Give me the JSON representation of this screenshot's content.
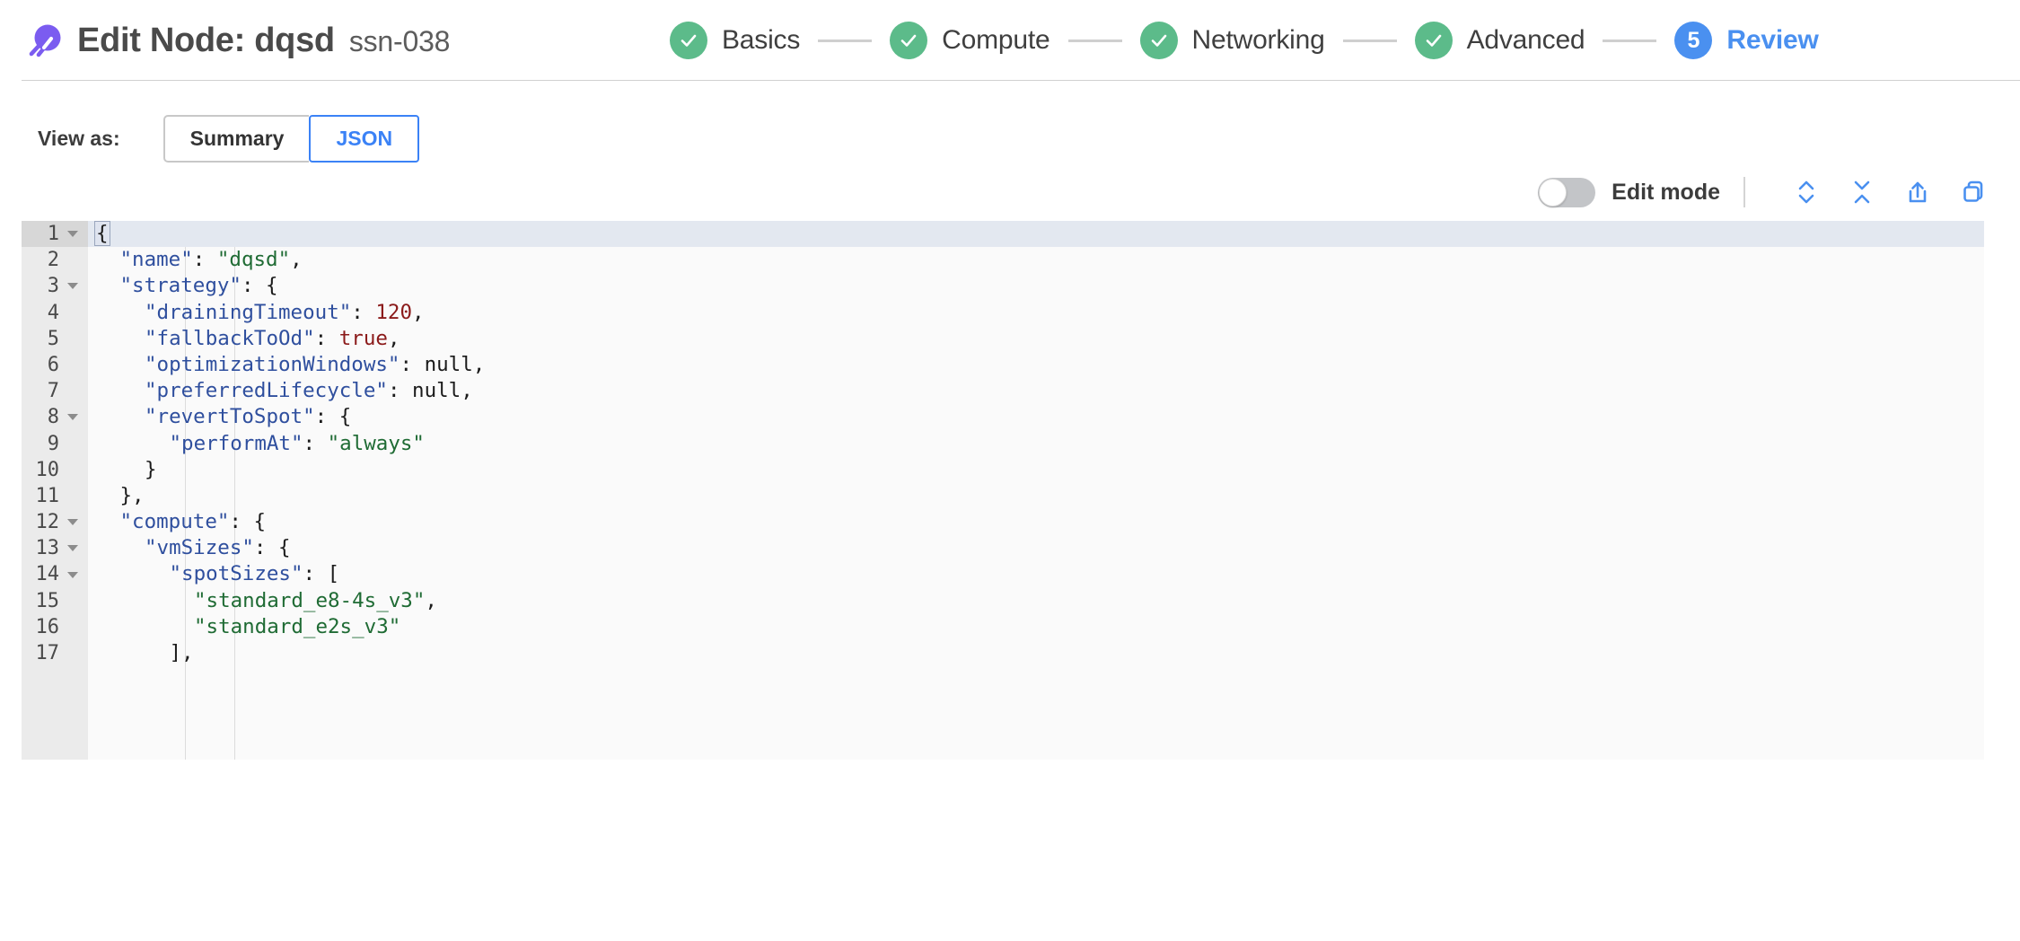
{
  "header": {
    "logo_name": "spot-logo",
    "title": "Edit Node: dqsd",
    "subtitle": "ssn-038",
    "accent_purple": "#7b5cf0",
    "accent_blue": "#4a90f0",
    "accent_green": "#5cbb8a"
  },
  "stepper": {
    "steps": [
      {
        "label": "Basics",
        "state": "done",
        "badge": "✓"
      },
      {
        "label": "Compute",
        "state": "done",
        "badge": "✓"
      },
      {
        "label": "Networking",
        "state": "done",
        "badge": "✓"
      },
      {
        "label": "Advanced",
        "state": "done",
        "badge": "✓"
      },
      {
        "label": "Review",
        "state": "current",
        "badge": "5"
      }
    ]
  },
  "view_as": {
    "label": "View as:",
    "options": [
      {
        "label": "Summary",
        "selected": false
      },
      {
        "label": "JSON",
        "selected": true
      }
    ]
  },
  "editor_toolbar": {
    "edit_mode_label": "Edit mode",
    "edit_mode_on": false,
    "icons": [
      {
        "name": "expand-all-icon",
        "title": "Expand all"
      },
      {
        "name": "collapse-all-icon",
        "title": "Collapse all"
      },
      {
        "name": "share-export-icon",
        "title": "Export"
      },
      {
        "name": "copy-icon",
        "title": "Copy"
      }
    ]
  },
  "json_editor": {
    "active_line": 1,
    "lines": [
      {
        "n": 1,
        "fold": true,
        "indent": 0,
        "tokens": [
          {
            "t": "caret",
            "v": ""
          },
          {
            "t": "bracket",
            "v": "{"
          }
        ]
      },
      {
        "n": 2,
        "fold": false,
        "indent": 1,
        "tokens": [
          {
            "t": "key",
            "v": "\"name\""
          },
          {
            "t": "punct",
            "v": ": "
          },
          {
            "t": "str",
            "v": "\"dqsd\""
          },
          {
            "t": "punct",
            "v": ","
          }
        ]
      },
      {
        "n": 3,
        "fold": true,
        "indent": 1,
        "tokens": [
          {
            "t": "key",
            "v": "\"strategy\""
          },
          {
            "t": "punct",
            "v": ": {"
          }
        ]
      },
      {
        "n": 4,
        "fold": false,
        "indent": 2,
        "tokens": [
          {
            "t": "key",
            "v": "\"drainingTimeout\""
          },
          {
            "t": "punct",
            "v": ": "
          },
          {
            "t": "num",
            "v": "120"
          },
          {
            "t": "punct",
            "v": ","
          }
        ]
      },
      {
        "n": 5,
        "fold": false,
        "indent": 2,
        "tokens": [
          {
            "t": "key",
            "v": "\"fallbackToOd\""
          },
          {
            "t": "punct",
            "v": ": "
          },
          {
            "t": "lit",
            "v": "true"
          },
          {
            "t": "punct",
            "v": ","
          }
        ]
      },
      {
        "n": 6,
        "fold": false,
        "indent": 2,
        "tokens": [
          {
            "t": "key",
            "v": "\"optimizationWindows\""
          },
          {
            "t": "punct",
            "v": ": null,"
          }
        ]
      },
      {
        "n": 7,
        "fold": false,
        "indent": 2,
        "tokens": [
          {
            "t": "key",
            "v": "\"preferredLifecycle\""
          },
          {
            "t": "punct",
            "v": ": null,"
          }
        ]
      },
      {
        "n": 8,
        "fold": true,
        "indent": 2,
        "tokens": [
          {
            "t": "key",
            "v": "\"revertToSpot\""
          },
          {
            "t": "punct",
            "v": ": {"
          }
        ]
      },
      {
        "n": 9,
        "fold": false,
        "indent": 3,
        "tokens": [
          {
            "t": "key",
            "v": "\"performAt\""
          },
          {
            "t": "punct",
            "v": ": "
          },
          {
            "t": "str",
            "v": "\"always\""
          }
        ]
      },
      {
        "n": 10,
        "fold": false,
        "indent": 2,
        "tokens": [
          {
            "t": "punct",
            "v": "}"
          }
        ]
      },
      {
        "n": 11,
        "fold": false,
        "indent": 1,
        "tokens": [
          {
            "t": "punct",
            "v": "},"
          }
        ]
      },
      {
        "n": 12,
        "fold": true,
        "indent": 1,
        "tokens": [
          {
            "t": "key",
            "v": "\"compute\""
          },
          {
            "t": "punct",
            "v": ": {"
          }
        ]
      },
      {
        "n": 13,
        "fold": true,
        "indent": 2,
        "tokens": [
          {
            "t": "key",
            "v": "\"vmSizes\""
          },
          {
            "t": "punct",
            "v": ": {"
          }
        ]
      },
      {
        "n": 14,
        "fold": true,
        "indent": 3,
        "tokens": [
          {
            "t": "key",
            "v": "\"spotSizes\""
          },
          {
            "t": "punct",
            "v": ": ["
          }
        ]
      },
      {
        "n": 15,
        "fold": false,
        "indent": 4,
        "tokens": [
          {
            "t": "str",
            "v": "\"standard_e8-4s_v3\""
          },
          {
            "t": "punct",
            "v": ","
          }
        ]
      },
      {
        "n": 16,
        "fold": false,
        "indent": 4,
        "tokens": [
          {
            "t": "str",
            "v": "\"standard_e2s_v3\""
          }
        ]
      },
      {
        "n": 17,
        "fold": false,
        "indent": 3,
        "tokens": [
          {
            "t": "punct",
            "v": "],"
          }
        ]
      }
    ]
  }
}
